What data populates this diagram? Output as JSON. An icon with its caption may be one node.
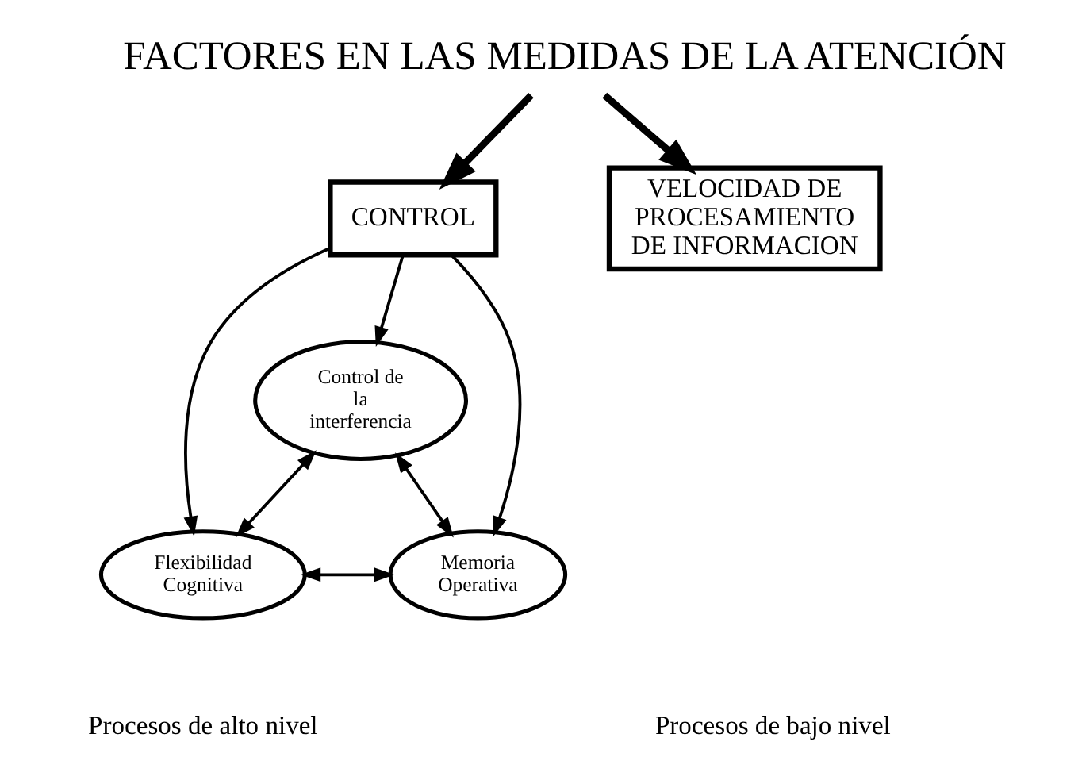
{
  "diagram": {
    "nodes": [
      {
        "text": [
          "FACTORES EN LAS MEDIDAS DE LA ATENCIÓN"
        ]
      },
      {
        "text": [
          "CONTROL"
        ]
      },
      {
        "text": [
          "VELOCIDAD DE PROCESAMIENTO DE INFORMACION"
        ]
      },
      {
        "text": [
          "Control de la interferencia"
        ]
      },
      {
        "text": [
          "Flexibilidad Cognitiva"
        ]
      },
      {
        "text": [
          "Memoria Operativa"
        ]
      }
    ],
    "edges": [
      {
        "from": 0,
        "to": 1,
        "arrow": "to",
        "style": "thick"
      },
      {
        "from": 0,
        "to": 2,
        "arrow": "to",
        "style": "thick"
      },
      {
        "from": 1,
        "to": 3,
        "arrow": "to"
      },
      {
        "from": 1,
        "to": 4,
        "arrow": "to"
      },
      {
        "from": 1,
        "to": 5,
        "arrow": "to"
      },
      {
        "from": 3,
        "to": 4,
        "arrow": "both"
      },
      {
        "from": 3,
        "to": 5,
        "arrow": "both"
      },
      {
        "from": 4,
        "to": 5,
        "arrow": "both"
      }
    ],
    "labels": [
      "Procesos de alto nivel",
      "Procesos de bajo nivel"
    ]
  }
}
